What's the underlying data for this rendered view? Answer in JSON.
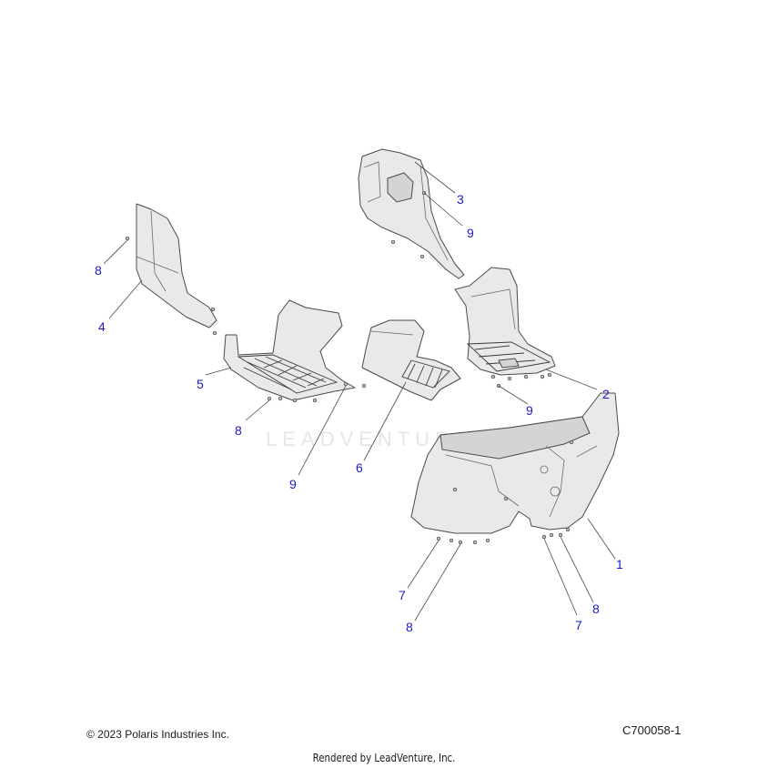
{
  "diagram": {
    "watermark": "LEADVENTURE",
    "callouts": [
      {
        "id": "c1",
        "label": "1"
      },
      {
        "id": "c2",
        "label": "2"
      },
      {
        "id": "c3",
        "label": "3"
      },
      {
        "id": "c4",
        "label": "4"
      },
      {
        "id": "c5",
        "label": "5"
      },
      {
        "id": "c6",
        "label": "6"
      },
      {
        "id": "c7a",
        "label": "7"
      },
      {
        "id": "c7b",
        "label": "7"
      },
      {
        "id": "c8a",
        "label": "8"
      },
      {
        "id": "c8b",
        "label": "8"
      },
      {
        "id": "c8c",
        "label": "8"
      },
      {
        "id": "c8d",
        "label": "8"
      },
      {
        "id": "c9a",
        "label": "9"
      },
      {
        "id": "c9b",
        "label": "9"
      },
      {
        "id": "c9c",
        "label": "9"
      }
    ]
  },
  "footer": {
    "copyright": "© 2023 Polaris Industries Inc.",
    "drawing_id": "C700058-1",
    "rendered_by": "Rendered by LeadVenture, Inc."
  }
}
